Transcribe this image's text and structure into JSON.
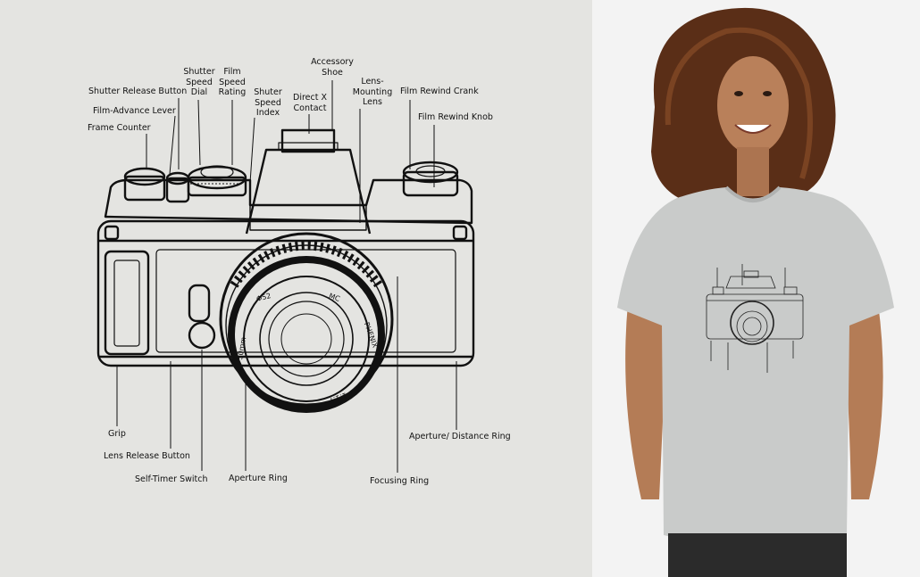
{
  "diagram": {
    "labels": {
      "shutter_release_button": "Shutter Release Button",
      "film_advance_lever": "Film-Advance Lever",
      "frame_counter": "Frame Counter",
      "shutter_speed_dial": "Shutter\nSpeed\nDial",
      "film_speed_rating": "Film\nSpeed\nRating",
      "shutter_speed_index": "Shuter\nSpeed\nIndex",
      "direct_x_contact": "Direct X\nContact",
      "accessory_shoe": "Accessory\nShoe",
      "lens_mounting_lens": "Lens-\nMounting\nLens",
      "film_rewind_crank": "Film Rewind Crank",
      "film_rewind_knob": "Film Rewind Knob",
      "grip": "Grip",
      "lens_release_button": "Lens Release Button",
      "self_timer_switch": "Self-Timer Switch",
      "aperture_ring": "Aperture Ring",
      "aperture_distance_ring": "Aperture/ Distance Ring",
      "focusing_ring": "Focusing Ring"
    },
    "lens_text": {
      "diameter": "Φ52",
      "mc": "MC",
      "brand": "PHENIX",
      "spec": "1:1.7",
      "focal": "50mm"
    }
  },
  "colors": {
    "left_background": "#e4e4e1",
    "right_background": "#f3f3f3",
    "tshirt": "#c9cbca",
    "line": "#111111"
  }
}
